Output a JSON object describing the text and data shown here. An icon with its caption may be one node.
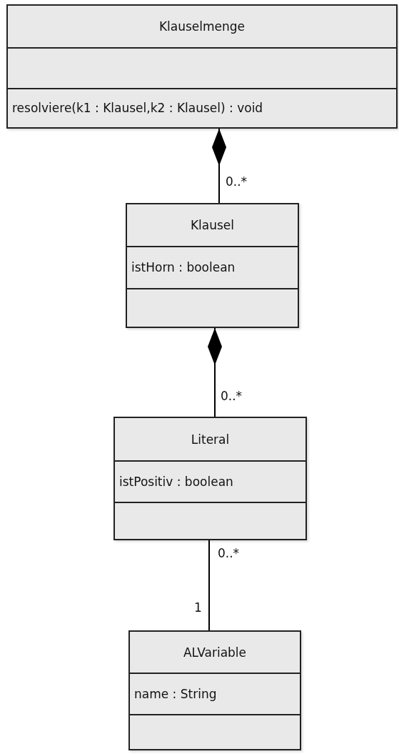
{
  "diagram": {
    "nodes": [
      {
        "text": [
          "Klauselmenge",
          "resolviere(k1 : Klausel,k2 : Klausel) : void"
        ]
      },
      {
        "text": [
          "Klausel",
          "istHorn : boolean"
        ]
      },
      {
        "text": [
          "Literal",
          "istPositiv : boolean"
        ]
      },
      {
        "text": [
          "ALVariable",
          "name : String"
        ]
      }
    ],
    "edges": [
      {
        "from": 0,
        "to": 1,
        "arrow": "other"
      },
      {
        "from": 1,
        "to": 2,
        "arrow": "other"
      },
      {
        "from": 2,
        "to": 3,
        "arrow": "none"
      }
    ],
    "labels": [
      "0..*",
      "0..*",
      "0..*",
      "1"
    ]
  }
}
